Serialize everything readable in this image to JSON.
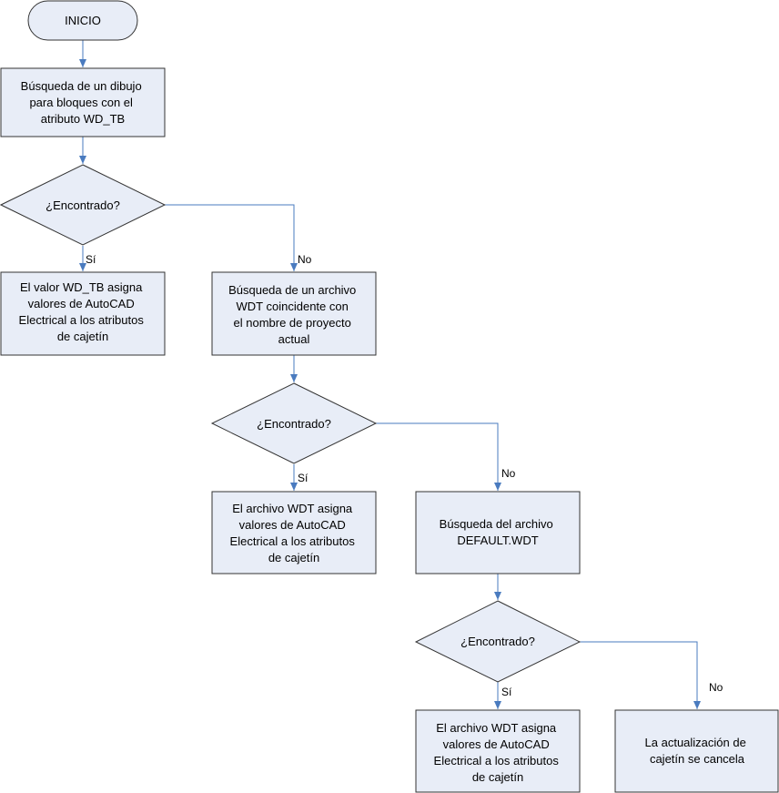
{
  "nodes": {
    "start": {
      "text": "INICIO"
    },
    "search_drawing": {
      "lines": [
        "Búsqueda de un dibujo",
        "para bloques con el",
        "atributo WD_TB"
      ]
    },
    "decision1": {
      "text": "¿Encontrado?"
    },
    "wdtb_assign": {
      "lines": [
        "El valor WD_TB asigna",
        "valores de AutoCAD",
        "Electrical a los atributos",
        "de cajetín"
      ]
    },
    "search_wdt": {
      "lines": [
        "Búsqueda de un archivo",
        "WDT coincidente con",
        "el nombre de proyecto",
        "actual"
      ]
    },
    "decision2": {
      "text": "¿Encontrado?"
    },
    "wdt_assign": {
      "lines": [
        "El archivo WDT asigna",
        "valores de AutoCAD",
        "Electrical a los atributos",
        "de cajetín"
      ]
    },
    "search_default": {
      "lines": [
        "Búsqueda del archivo",
        "DEFAULT.WDT"
      ]
    },
    "decision3": {
      "text": "¿Encontrado?"
    },
    "default_assign": {
      "lines": [
        "El archivo WDT asigna",
        "valores de AutoCAD",
        "Electrical a los atributos",
        "de cajetín"
      ]
    },
    "cancel": {
      "lines": [
        "La actualización de",
        "cajetín se cancela"
      ]
    }
  },
  "edge_labels": {
    "d1_yes": "Sí",
    "d1_no": "No",
    "d2_yes": "Sí",
    "d2_no": "No",
    "d3_yes": "Sí",
    "d3_no": "No"
  },
  "colors": {
    "node_fill": "#e8edf7",
    "node_stroke": "#333333",
    "connector": "#4a7bbf"
  }
}
